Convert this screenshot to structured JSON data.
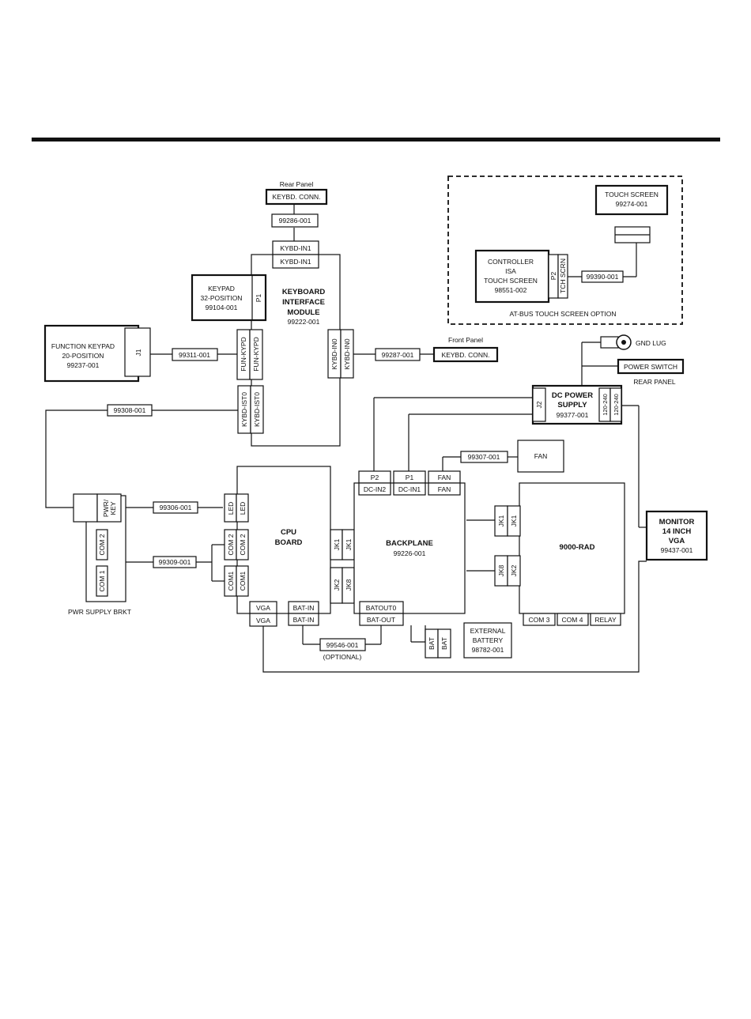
{
  "rear_panel_top": {
    "title": "Rear Panel",
    "connector": "KEYBD. CONN.",
    "cable": "99286-001"
  },
  "keyboard_module": {
    "title": [
      "KEYBOARD",
      "INTERFACE",
      "MODULE"
    ],
    "part": "99222-001",
    "kybd_in1": "KYBD-IN1",
    "kybd_in0": "KYBD-IN0",
    "fun_kypd": "FUN-KYPD",
    "kybd_ist0": "KYBD-IST0",
    "p1": "P1"
  },
  "keypad": {
    "lines": [
      "KEYPAD",
      "32-POSITION",
      "99104-001"
    ]
  },
  "function_keypad": {
    "lines": [
      "FUNCTION KEYPAD",
      "20-POSITION",
      "99237-001"
    ],
    "jack": "J1",
    "cable": "99311-001"
  },
  "front_panel": {
    "title": "Front Panel",
    "connector": "KEYBD. CONN.",
    "cable": "99287-001"
  },
  "touch_option": {
    "title": "AT-BUS TOUCH SCREEN OPTION",
    "touch_screen": [
      "TOUCH SCREEN",
      "99274-001"
    ],
    "controller": [
      "CONTROLLER",
      "ISA",
      "TOUCH SCREEN",
      "98551-002"
    ],
    "p2": "P2",
    "tch_scrn": "TCH SCRN",
    "cable": "99390-001"
  },
  "gnd_lug": "GND LUG",
  "power_switch": "POWER SWITCH",
  "rear_panel_label": "REAR PANEL",
  "dc_power": {
    "lines": [
      "DC POWER",
      "SUPPLY",
      "99377-001"
    ],
    "j2": "J2",
    "v": "120-240"
  },
  "pwr_supply": {
    "label": "PWR SUPPLY BRKT",
    "pwr_key": [
      "PWR/",
      "KEY"
    ],
    "com2": "COM 2",
    "com1": "COM 1"
  },
  "cables": {
    "kybd_ist": "99308-001",
    "led": "99306-001",
    "com": "99309-001",
    "fan": "99307-001",
    "bat": "99546-001",
    "optional": "(OPTIONAL)"
  },
  "cpu": {
    "lines": [
      "CPU",
      "BOARD"
    ],
    "led": "LED",
    "com2": "COM 2",
    "com1": "COM1",
    "jk1": "JK1",
    "jk2": "JK2",
    "vga": "VGA",
    "bat_in": "BAT-IN"
  },
  "backplane": {
    "lines": [
      "BACKPLANE",
      "99226-001"
    ],
    "p2": "P2",
    "p1": "P1",
    "fan": "FAN",
    "dc_in2": "DC-IN2",
    "dc_in1": "DC-IN1",
    "jk1": "JK1",
    "jk8": "JK8",
    "jk2": "JK2",
    "batout0": "BATOUT0",
    "bat_out": "BAT-OUT"
  },
  "fan_label": "FAN",
  "ext_battery": {
    "lines": [
      "EXTERNAL",
      "BATTERY",
      "98782-001"
    ],
    "bat": "BAT"
  },
  "rad": {
    "title": "9000-RAD",
    "jk1": "JK1",
    "jk8": "JK8",
    "jk2": "JK2",
    "com3": "COM 3",
    "com4": "COM 4",
    "relay": "RELAY"
  },
  "monitor": {
    "lines": [
      "MONITOR",
      "14 INCH",
      "VGA",
      "99437-001"
    ]
  }
}
